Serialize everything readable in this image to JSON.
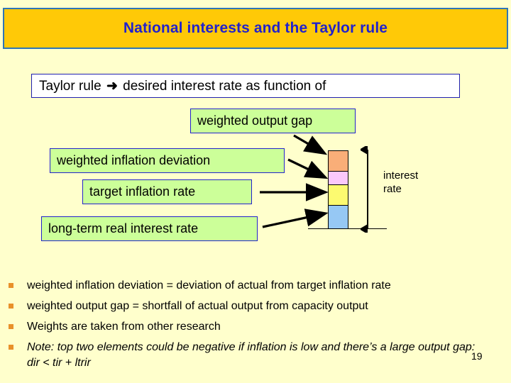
{
  "slide": {
    "title": "National interests and the Taylor rule",
    "page_number": "19",
    "background_color": "#FFFFCC",
    "title_bar_color": "#FFC907",
    "title_text_color": "#2222CC",
    "title_border_color": "#2E75B6"
  },
  "banner": {
    "lead": "Taylor rule",
    "arrow": "➜",
    "rest": "desired interest rate as function of",
    "full_text": "Taylor rule ➜ desired interest rate as function of",
    "background_color": "#FFFFFF",
    "border_color": "#1F1FAF"
  },
  "boxes": [
    {
      "id": "weighted-output-gap",
      "label": "weighted output gap"
    },
    {
      "id": "weighted-inflation-deviation",
      "label": "weighted inflation deviation"
    },
    {
      "id": "target-inflation-rate",
      "label": "target inflation rate"
    },
    {
      "id": "long-term-real-interest-rate",
      "label": "long-term real interest rate"
    }
  ],
  "box_style": {
    "fill": "#CCFF99",
    "border": "#2222CC"
  },
  "chart_data": {
    "type": "bar",
    "title": "",
    "xlabel": "",
    "ylabel": "interest rate",
    "stacked": true,
    "categories": [
      "desired interest rate"
    ],
    "series": [
      {
        "name": "long-term real interest rate",
        "values": [
          34
        ],
        "color": "#96C8F4"
      },
      {
        "name": "target inflation rate",
        "values": [
          29
        ],
        "color": "#FCFA70"
      },
      {
        "name": "weighted inflation deviation",
        "values": [
          19
        ],
        "color": "#FBC8FB"
      },
      {
        "name": "weighted output gap",
        "values": [
          28
        ],
        "color": "#F9AE78"
      }
    ],
    "annotations": [
      "interest rate"
    ],
    "legend": "none",
    "grid": false
  },
  "measure": {
    "label_line1": "interest",
    "label_line2": "rate"
  },
  "bullets": [
    {
      "text": "weighted inflation deviation = deviation of actual from target inflation rate",
      "italic": false
    },
    {
      "text": "weighted output gap = shortfall of actual output from capacity output",
      "italic": false
    },
    {
      "text": "Weights are taken from other research",
      "italic": false
    },
    {
      "text": "Note: top two elements could be negative if inflation is low and there’s a large output gap: dir < tir + ltrir",
      "italic": true
    }
  ],
  "bullet_marker_color": "#E8912A"
}
